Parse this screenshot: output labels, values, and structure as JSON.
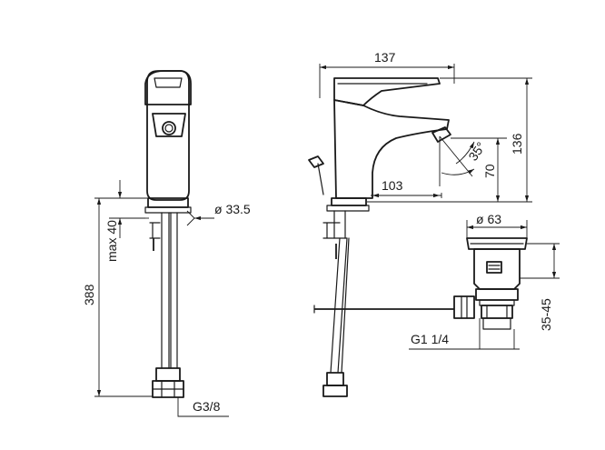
{
  "dimensions": {
    "width_137": "137",
    "height_136": "136",
    "angle_35": "35°",
    "height_70": "70",
    "reach_103": "103",
    "dia_33_5": "ø 33.5",
    "max_40": "max 40",
    "length_388": "388",
    "thread_g3_8": "G3/8",
    "dia_63": "ø 63",
    "range_35_45": "35-45",
    "thread_g1_1_4": "G1 1/4"
  }
}
